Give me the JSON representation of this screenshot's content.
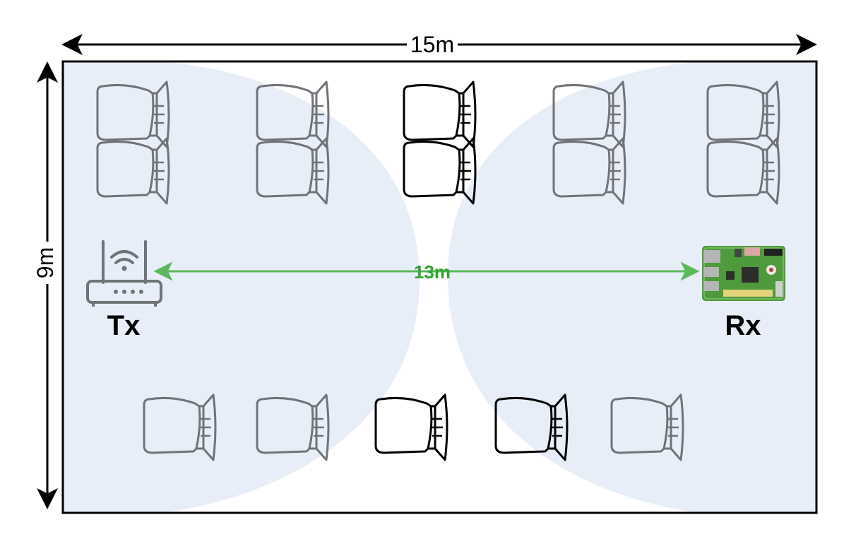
{
  "dimensions": {
    "width_label": "15m",
    "height_label": "9m"
  },
  "link": {
    "distance_label": "13m"
  },
  "devices": {
    "transmitter": {
      "label": "Tx",
      "icon": "wifi-router-icon"
    },
    "receiver": {
      "label": "Rx",
      "icon": "raspberry-pi-board-icon"
    }
  },
  "colors": {
    "room_fill": "#e8eef8",
    "room_border": "#000000",
    "link_arrow": "#5cb85c",
    "chair_gray": "#707378",
    "chair_dark": "#000000",
    "board_green": "#4e9a3c"
  }
}
